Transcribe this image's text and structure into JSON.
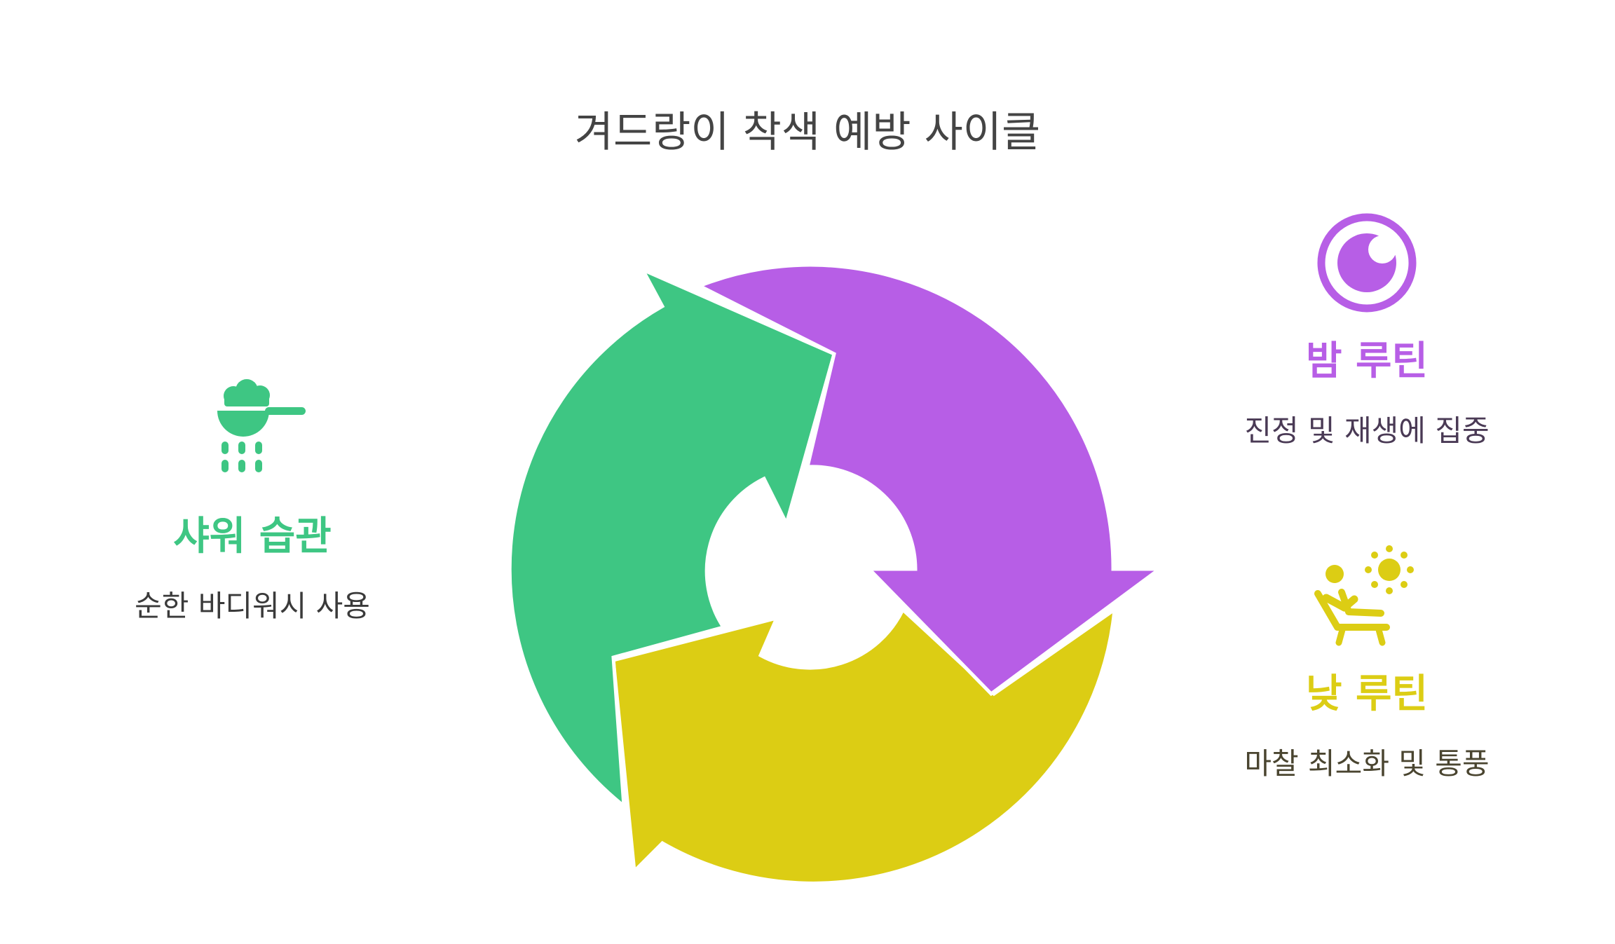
{
  "title": "겨드랑이 착색 예방 사이클",
  "colors": {
    "green": "#3ec683",
    "purple": "#b75ee6",
    "yellow": "#dccd14"
  },
  "steps": [
    {
      "heading": "샤워 습관",
      "description": "순한 바디워시 사용",
      "icon": "shower-scoop-icon",
      "color": "#3ec683"
    },
    {
      "heading": "밤 루틴",
      "description": "진정 및 재생에 집중",
      "icon": "moon-circle-icon",
      "color": "#b75ee6"
    },
    {
      "heading": "낮 루틴",
      "description": "마찰 최소화 및 통풍",
      "icon": "sunbathing-lounger-icon",
      "color": "#dccd14"
    }
  ]
}
